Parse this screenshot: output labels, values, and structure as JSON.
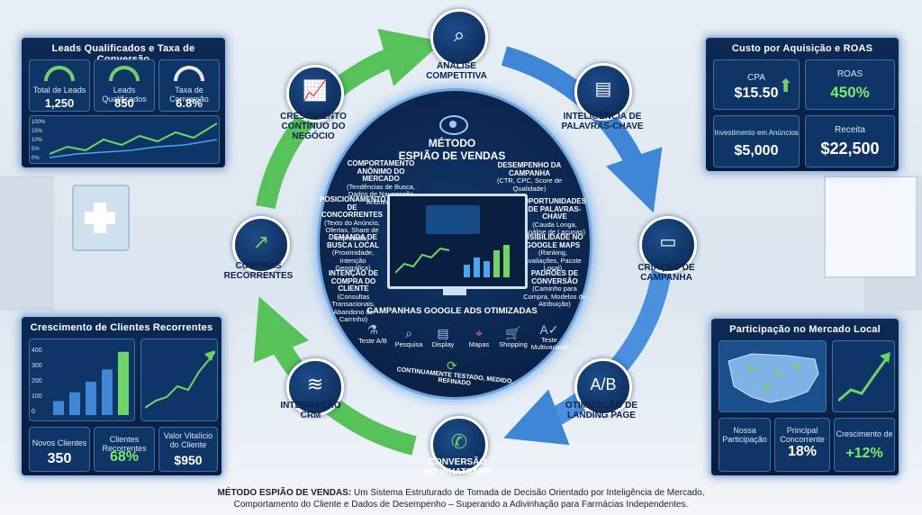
{
  "center": {
    "title_line1": "MÉTODO",
    "title_line2": "ESPIÃO DE VENDAS",
    "inner_labels": [
      {
        "title": "COMPORTAMENTO ANÔNIMO DO MERCADO",
        "sub": "(Tendências de Busca, Dados de Navegação Anônima)"
      },
      {
        "title": "DESEMPENHO DA CAMPANHA",
        "sub": "(CTR, CPC, Score de Qualidade)"
      },
      {
        "title": "POSICIONAMENTO DE CONCORRENTES",
        "sub": "(Texto do Anúncio, Ofertas, Share de Impressão)"
      },
      {
        "title": "OPORTUNIDADES DE PALAVRAS-CHAVE",
        "sub": "(Cauda Longa, Análise de Lacunas)"
      },
      {
        "title": "DEMANDA DE BUSCA LOCAL",
        "sub": "(Proximidade, Intenção Geográfica)"
      },
      {
        "title": "VISIBILIDADE NO GOOGLE MAPS",
        "sub": "(Ranking, Avaliações, Pacote Local)"
      },
      {
        "title": "INTENÇÃO DE COMPRA DO CLIENTE",
        "sub": "(Consultas Transacionais, Abandono de Carrinho)"
      },
      {
        "title": "PADRÕES DE CONVERSÃO",
        "sub": "(Caminho para Compra, Modelos de Atribuição)"
      }
    ],
    "ads_title": "CAMPANHAS GOOGLE ADS OTIMIZADAS",
    "ads_items": [
      "Teste A/B",
      "Pesquisa",
      "Display",
      "Mapas",
      "Shopping",
      "Teste Multivariado"
    ],
    "tagline": "CONTINUAMENTE TESTADO, MEDIDO, REFINADO"
  },
  "cycle_nodes": [
    {
      "label": "ANÁLISE\nCOMPETITIVA",
      "icon": "magnifier-chart-icon"
    },
    {
      "label": "INTELIGÊNCIA DE\nPALAVRAS-CHAVE",
      "icon": "keyword-search-icon"
    },
    {
      "label": "CRIAÇÃO DE\nCAMPANHA",
      "icon": "browser-cursor-icon"
    },
    {
      "label": "OTIMIZAÇÃO DE\nLANDING PAGE",
      "icon": "landing-page-icon"
    },
    {
      "label": "CONVERSÃO\nNO WHATSAPP",
      "icon": "whatsapp-chat-icon"
    },
    {
      "label": "INTEGRAÇÃO\nCRM",
      "icon": "database-icon"
    },
    {
      "label": "COMPRAS\nRECORRENTES",
      "icon": "growth-chart-icon"
    },
    {
      "label": "CRESCIMENTO\nCONTÍNUO DO\nNEGÓCIO",
      "icon": "rising-bars-icon"
    }
  ],
  "panel_leads": {
    "title": "Leads Qualificados e Taxa de Conversão",
    "total_label": "Total de Leads",
    "total_value": "1,250",
    "qual_label": "Leads Qualificados",
    "qual_value": "850",
    "rate_label": "Taxa de Conversão",
    "rate_value": "6.8%",
    "y_ticks": [
      "100%",
      "15%",
      "10%",
      "5%",
      "0%"
    ]
  },
  "panel_cpa": {
    "title": "Custo por Aquisição e ROAS",
    "cpa_label": "CPA",
    "cpa_value": "$15.50",
    "roas_label": "ROAS",
    "roas_value": "450%",
    "invest_label": "Investimento em Anúncios",
    "invest_value": "$5,000",
    "revenue_label": "Receita",
    "revenue_value": "$22,500"
  },
  "panel_recurring": {
    "title": "Crescimento de Clientes Recorrentes",
    "y_ticks": [
      "400",
      "300",
      "200",
      "100",
      "0"
    ],
    "bar_values": [
      80,
      130,
      190,
      260,
      360
    ],
    "new_label": "Novos Clientes",
    "new_value": "350",
    "rec_label": "Clientes Recorrentes",
    "rec_value": "68%",
    "ltv_label": "Valor Vitalício do Cliente",
    "ltv_value": "$950"
  },
  "panel_market": {
    "title": "Participação no Mercado Local",
    "our_label": "Nossa Participação",
    "comp_label": "Principal Concorrente",
    "comp_value": "18%",
    "growth_label": "Crescimento de",
    "growth_value": "+12%"
  },
  "footer": {
    "bold": "MÉTODO ESPIÃO DE VENDAS:",
    "line1": " Um Sistema Estruturado de Tomada de Decisão Orientado por Inteligência de Mercado,",
    "line2": "Comportamento do Cliente e Dados de Desempenho – Superando a Adivinhação para Farmácias Independentes."
  },
  "colors": {
    "navy": "#0b2a57",
    "blue_arrow": "#3f86d6",
    "green_arrow": "#58c25a",
    "accent_green": "#7dea6d"
  }
}
